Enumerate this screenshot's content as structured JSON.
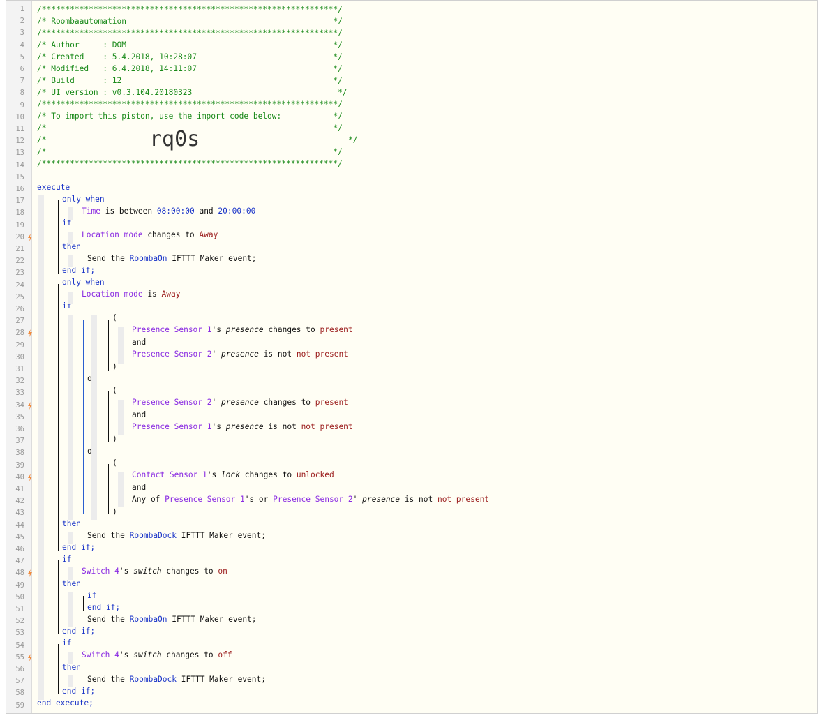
{
  "header": {
    "border": "/***************************************************************/",
    "title_line": "/* Roombaautomation                                            */",
    "author_line": "/* Author     : DOM                                            */",
    "created_line": "/* Created    : 5.4.2018, 10:28:07                             */",
    "modified_line": "/* Modified   : 6.4.2018, 14:11:07                             */",
    "build_line": "/* Build      : 12                                             */",
    "ui_line": "/* UI version : v0.3.104.20180323                               */",
    "import_line": "/* To import this piston, use the import code below:           */",
    "blank_line": "/*                                                             */",
    "blank_line_short": "/*",
    "blank_line_end": "*/",
    "import_code": "rq0s"
  },
  "line_numbers": [
    "1",
    "2",
    "3",
    "4",
    "5",
    "6",
    "7",
    "8",
    "9",
    "10",
    "11",
    "12",
    "13",
    "14",
    "15",
    "16",
    "17",
    "18",
    "19",
    "20",
    "21",
    "22",
    "23",
    "24",
    "25",
    "26",
    "27",
    "28",
    "29",
    "30",
    "31",
    "32",
    "33",
    "34",
    "35",
    "36",
    "37",
    "38",
    "39",
    "40",
    "41",
    "42",
    "43",
    "44",
    "45",
    "46",
    "47",
    "48",
    "49",
    "50",
    "51",
    "52",
    "53",
    "54",
    "55",
    "56",
    "57",
    "58",
    "59"
  ],
  "trigger_lines": [
    "20",
    "28",
    "34",
    "40",
    "48",
    "55"
  ],
  "code": {
    "execute": "execute",
    "end_execute": "end execute;",
    "only_when": "only when",
    "if": "if",
    "then": "then",
    "end_if": "end if;",
    "or": "or",
    "and": "and",
    "open_paren": "(",
    "close_paren": ")",
    "time": "Time",
    "is_between": "is between",
    "time_start": "08:00:00",
    "and_word": "and",
    "time_end": "20:00:00",
    "location_mode": "Location mode",
    "changes_to": "changes to",
    "is": "is",
    "away": "Away",
    "send_the": "Send the",
    "roomba_on": "RoombaOn",
    "roomba_dock": "RoombaDock",
    "ifttt_event": "IFTTT Maker event;",
    "presence_sensor_1": "Presence Sensor 1",
    "presence_sensor_2": "Presence Sensor 2",
    "possessive_s": "'s",
    "possessive": "'",
    "presence": "presence",
    "present": "present",
    "is_not": "is not",
    "not_present": "not present",
    "contact_sensor_1": "Contact Sensor 1",
    "lock": "lock",
    "unlocked": "unlocked",
    "any_of": "Any of",
    "s_or": "'s or",
    "switch_4": "Switch 4",
    "switch": "switch",
    "on": "on",
    "off": "off"
  },
  "colors": {
    "comment": "#1a8a1a",
    "keyword": "#1a34c8",
    "device": "#8a2be2",
    "value": "#9b1c1c",
    "trigger_bolt": "#f08a3c"
  }
}
